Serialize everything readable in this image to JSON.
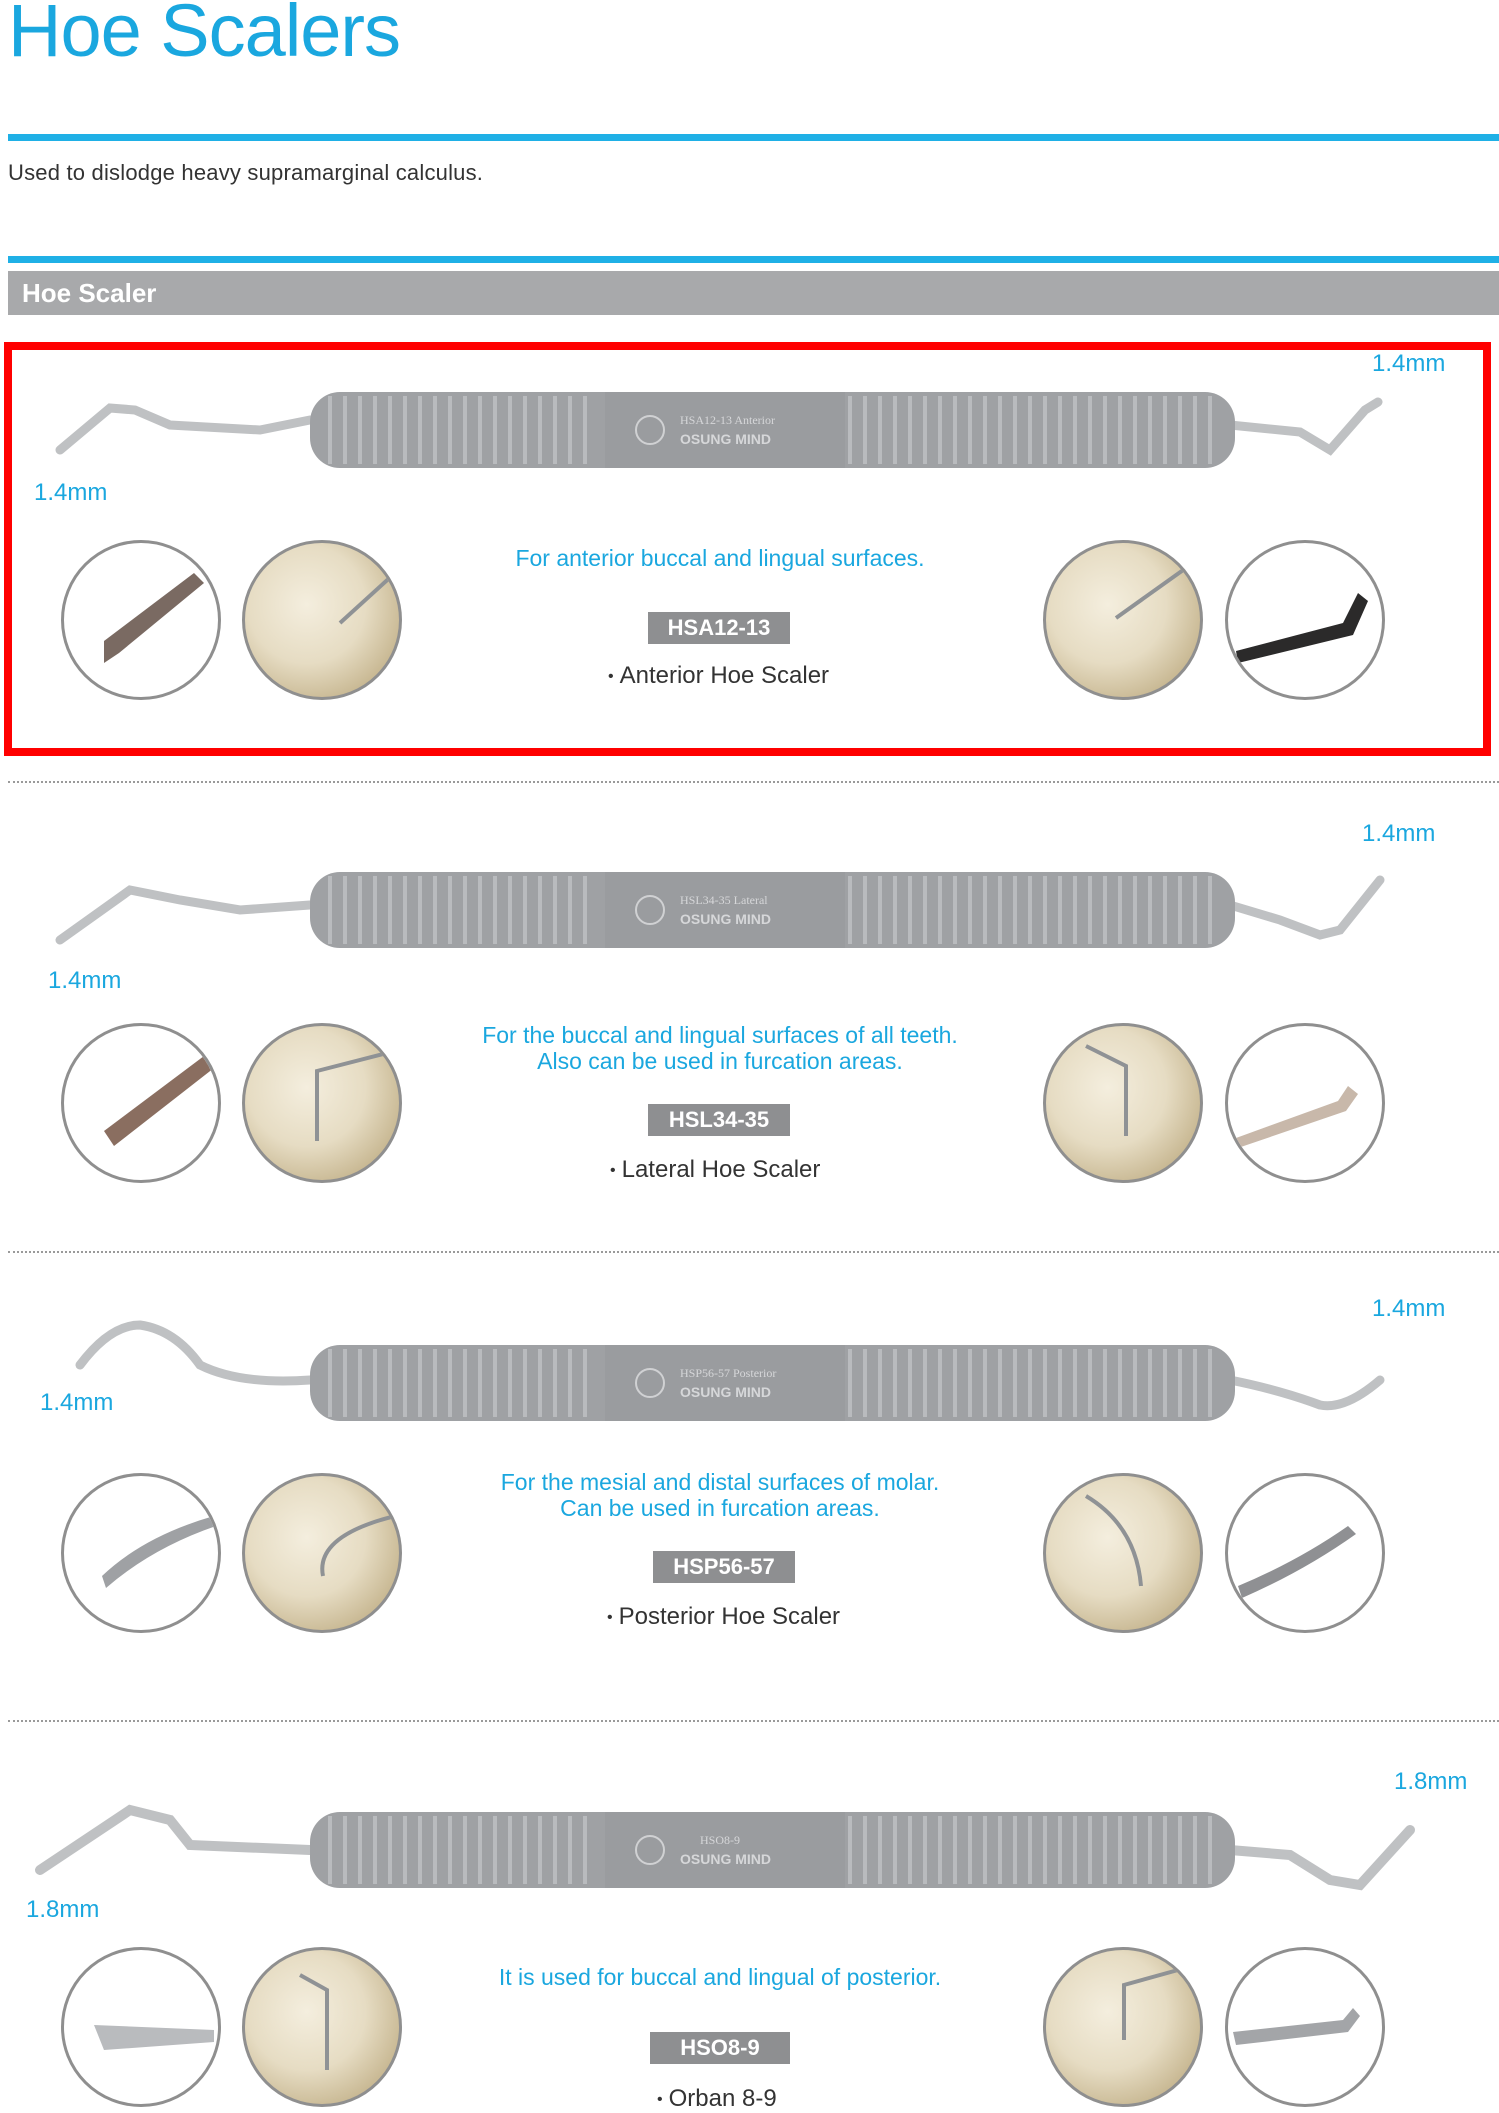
{
  "page": {
    "title": "Hoe Scalers",
    "subtitle": "Used to dislodge heavy supramarginal calculus.",
    "section_title": "Hoe Scaler"
  },
  "colors": {
    "accent_blue": "#1aa7df",
    "highlight_red": "#ff0000",
    "badge_gray": "#8e8f91",
    "section_gray": "#a8a9ab"
  },
  "products": [
    {
      "left_size": "1.4mm",
      "right_size": "1.4mm",
      "description": [
        "For anterior buccal and lingual surfaces."
      ],
      "code": "HSA12-13",
      "name": "Anterior Hoe Scaler",
      "handle_engraving": "HSA12-13 Anterior",
      "brand": "OSUNG MIND",
      "highlighted": true
    },
    {
      "left_size": "1.4mm",
      "right_size": "1.4mm",
      "description": [
        "For the buccal and lingual surfaces of all teeth.",
        "Also can be used in furcation areas."
      ],
      "code": "HSL34-35",
      "name": "Lateral Hoe Scaler",
      "handle_engraving": "HSL34-35 Lateral",
      "brand": "OSUNG MIND",
      "highlighted": false
    },
    {
      "left_size": "1.4mm",
      "right_size": "1.4mm",
      "description": [
        "For the mesial and distal surfaces of molar.",
        "Can be used in furcation areas."
      ],
      "code": "HSP56-57",
      "name": "Posterior Hoe Scaler",
      "handle_engraving": "HSP56-57 Posterior",
      "brand": "OSUNG MIND",
      "highlighted": false
    },
    {
      "left_size": "1.8mm",
      "right_size": "1.8mm",
      "description": [
        "It is used for buccal and lingual of posterior."
      ],
      "code": "HSO8-9",
      "name": "Orban 8-9",
      "handle_engraving": "HSO8-9",
      "brand": "OSUNG MIND",
      "highlighted": false
    }
  ]
}
